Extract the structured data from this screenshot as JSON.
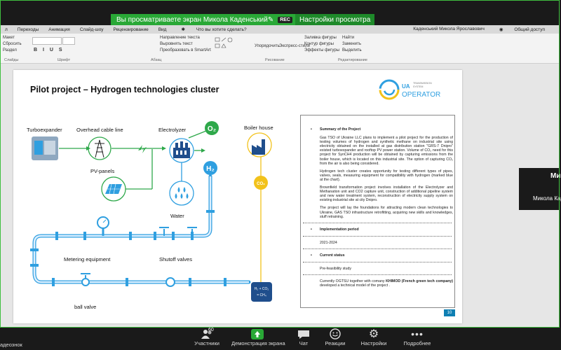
{
  "banner": {
    "message": "Вы просматриваете экран Микола Каденський",
    "rec": "REC",
    "settings": "Настройки просмотра"
  },
  "ribbon_tabs": [
    "л",
    "Переходы",
    "Анимация",
    "Слайд-шоу",
    "Рецензирование",
    "Вид",
    "Что вы хотите сделать?"
  ],
  "ribbon_user": "Каденський Микола Ярославович",
  "ribbon_share": "Общий доступ",
  "ribbon": {
    "slides": [
      "Макет",
      "Сбросить",
      "Раздел"
    ],
    "slides_label": "Слайды",
    "font_label": "Шрифт",
    "paragraph": [
      "Направление текста",
      "Выровнять текст",
      "Преобразовать в SmartArt"
    ],
    "paragraph_label": "Абзац",
    "drawing": [
      "Упорядочить",
      "Экспресс-стили",
      "Заливка фигуры",
      "Контур фигуры",
      "Эффекты фигуры"
    ],
    "drawing_label": "Рисование",
    "editing": [
      "Найти",
      "Заменить",
      "Выделить"
    ],
    "editing_label": "Редактирование"
  },
  "slide": {
    "title": "Pilot project – Hydrogen technologies cluster",
    "logo": {
      "brand": "UA",
      "text": "OPERATOR",
      "sub1": "TRANSMISSION",
      "sub2": "SYSTEM"
    },
    "labels": {
      "turboexpander": "Turboexpander",
      "cable": "Overhead cable line",
      "electrolyzer": "Electrolyzer",
      "boiler": "Boiler house",
      "pv": "PV-panels",
      "water": "Water",
      "metering": "Metering equipment",
      "shutoff": "Shutoff valves",
      "ball": "ball valve",
      "o2": "O₂",
      "h2": "H₂",
      "co2": "CO₂",
      "ch4_line1": "H₂ + CO₂",
      "ch4_line2": "= CH₄"
    },
    "summary": {
      "h1": "Summary of the Project",
      "p1": "Gas TSO of Ukraine LLC plans to implement a pilot project for the production of testing volumes of hydrogen and synthetic methane on industrial site using electricity obtained on the installed at gas distribution station \"GRS-7 Dnipro\" existed turboexpander and rooftop PV power station. Volume of CO₂ need for this project for SynCH4 production will be obtained by capturing emissions from the boiler house, which is located on this industrial site. The option of capturing CO₂ from the air is also being considered.",
      "p2": "Hydrogen tech cluster creates opportunity for testing different types of pipes, valves, seals, measuring equipment for compatibility with hydrogen (marked blue at the chart).",
      "p3": "Brownfield transformation project involves installation of the Electrolyzer and Methanation unit and CO2 capture unit, construction of additional pipeline system and new water treatment system, reconstruction of electricity supply system on existing industrial site at city Dnipro.",
      "p4": "The project will lay the foundations for attracting modern clean technologies to Ukraine, GAS TSO infrastructure retrofitting, acquiring new skills and knowledges, stuff retraining.",
      "h2": "Implementation period",
      "period": "2021-2024",
      "h3": "Current status",
      "status": "Pre-feasibility study",
      "p5a": "Currently OGTSU together with comany ",
      "p5b": "KHIMOD (French green tech company)",
      "p5c": " developed a technical model of the project ."
    },
    "page": "10"
  },
  "participant": {
    "name_partial": "Ми",
    "name": "Микола Кад"
  },
  "toolbar": {
    "participants": "Участники",
    "participants_count": "60",
    "share": "Демонстрация экрана",
    "chat": "Чат",
    "reactions": "Реакции",
    "settings": "Настройки",
    "more": "Подробнее",
    "left_partial": "адеознок"
  },
  "colors": {
    "accent_blue": "#2f9fe0",
    "green": "#2ea84a",
    "yellow": "#f2c21b",
    "zoom_green": "#29a836"
  }
}
